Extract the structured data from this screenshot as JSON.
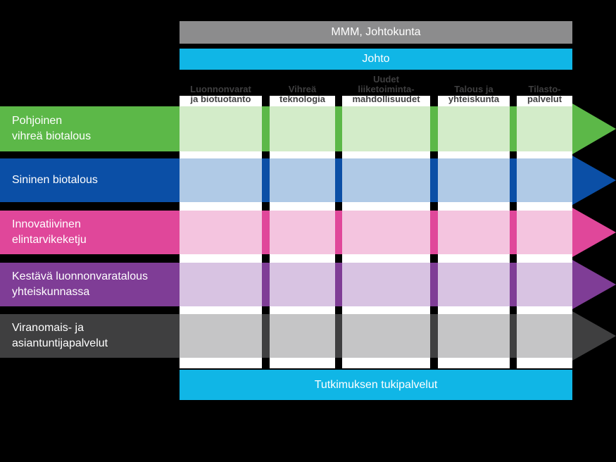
{
  "header": {
    "title": "MMM, Johtokunta",
    "subtitle": "Johto"
  },
  "footer": {
    "label": "Tutkimuksen tukipalvelut"
  },
  "columns": [
    {
      "label": "Luonnonvarat\nja biotuotanto"
    },
    {
      "label": "Vihreä\nteknologia"
    },
    {
      "label": "Uudet\nliiketoiminta-\nmahdollisuudet"
    },
    {
      "label": "Talous ja\nyhteiskunta"
    },
    {
      "label": "Tilasto-\npalvelut"
    }
  ],
  "rows": [
    {
      "label": "Pohjoinen\nvihreä biotalous",
      "color": "#5cb848",
      "light": "#d3ecc9"
    },
    {
      "label": "Sininen biotalous",
      "color": "#0b4fa6",
      "light": "#b0cae6"
    },
    {
      "label": "Innovatiivinen\nelintarvikeketju",
      "color": "#e0479a",
      "light": "#f4c4df"
    },
    {
      "label": "Kestävä luonnonvaratalous\nyhteiskunnassa",
      "color": "#7f3d96",
      "light": "#d8c3e2"
    },
    {
      "label": "Viranomais- ja\nasiantuntijapalvelut",
      "color": "#3f3f40",
      "light": "#c5c5c6"
    }
  ]
}
